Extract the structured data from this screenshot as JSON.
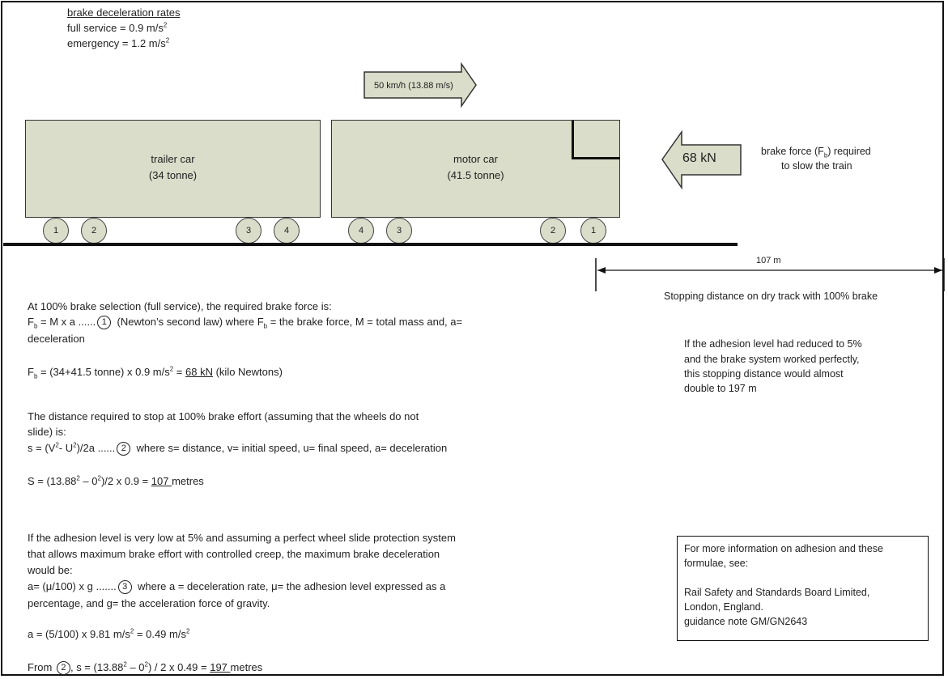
{
  "rates": {
    "heading": "brake deceleration rates",
    "full_service": "full service = 0.9 m/s",
    "emergency": "emergency = 1.2 m/s",
    "sq": "2"
  },
  "speed_arrow": {
    "label": "50 km/h (13.88 m/s)"
  },
  "trailer_car": {
    "name": "trailer car",
    "mass": "(34 tonne)",
    "wheels": [
      "1",
      "2",
      "3",
      "4"
    ]
  },
  "motor_car": {
    "name": "motor car",
    "mass": "(41.5 tonne)",
    "wheels": [
      "4",
      "3",
      "2",
      "1"
    ]
  },
  "force_arrow": {
    "label": "68 kN"
  },
  "force_caption": {
    "line1_pre": "brake force (F",
    "sub": "b",
    "line1_post": ") required",
    "line2": "to slow the train"
  },
  "distance": {
    "label": "107 m",
    "caption": "Stopping distance on dry track with 100% brake"
  },
  "side_note": [
    "If the adhesion level had reduced to 5%",
    "and the brake system worked perfectly,",
    "this stopping distance would almost",
    "double to 197 m"
  ],
  "calc1": {
    "intro": "At 100% brake selection (full service), the required brake force is:",
    "f": "F",
    "b": "b",
    "eq": " = M x a ......",
    "marker": "1",
    "law": "(Newton’s second law) where F",
    "law_tail": " = the brake force, M = total mass and, a=",
    "deceleration": "deceleration",
    "calc_pre": " = (34+41.5 tonne) x 0.9 m/s",
    "calc_sq": "2",
    "calc_eq": " = ",
    "calc_result": "68 kN",
    "calc_unit": " (kilo Newtons)"
  },
  "calc2": {
    "intro1": "The distance required to stop at 100% brake effort (assuming that the wheels do not",
    "intro2": "slide) is:",
    "eq_pre": "s = (V",
    "sq": "2",
    "eq_mid": "- U",
    "eq_post": ")/2a ......",
    "marker": "2",
    "where": "where s= distance, v= initial speed, u= final speed, a= deceleration",
    "calc_pre": "S = (13.88",
    "calc_mid": " – 0",
    "calc_post": ")/2 x 0.9 = ",
    "result": "107 ",
    "unit": "metres"
  },
  "calc3": {
    "l1": "If the adhesion level is very low at 5% and assuming a perfect wheel slide protection system",
    "l2": "that allows maximum brake effort with controlled creep, the maximum brake deceleration",
    "l3": "would be:",
    "eq": "a=  (μ/100) x g .......",
    "marker": "3",
    "where": "where a = deceleration rate, μ= the adhesion level expressed as a",
    "l5": "percentage, and g= the acceleration force of gravity.",
    "calc_pre": "a = (5/100) x 9.81 m/s",
    "calc_sq": "2",
    "calc_mid": " = 0.49 m/s",
    "from": "From",
    "from_marker": "2",
    "from_calc_pre": ", s = (13.88",
    "from_calc_mid": " – 0",
    "from_calc_post": ") / 2 x 0.49 = ",
    "from_result": "197 ",
    "from_unit": "metres"
  },
  "info_box": [
    "For more information on adhesion and these",
    "formulae, see:",
    "",
    "Rail Safety and Standards Board Limited,",
    "London, England.",
    "guidance note GM/GN2643"
  ],
  "colors": {
    "car_fill": "#d9ddc9",
    "outline": "#333333",
    "text": "#222222"
  }
}
